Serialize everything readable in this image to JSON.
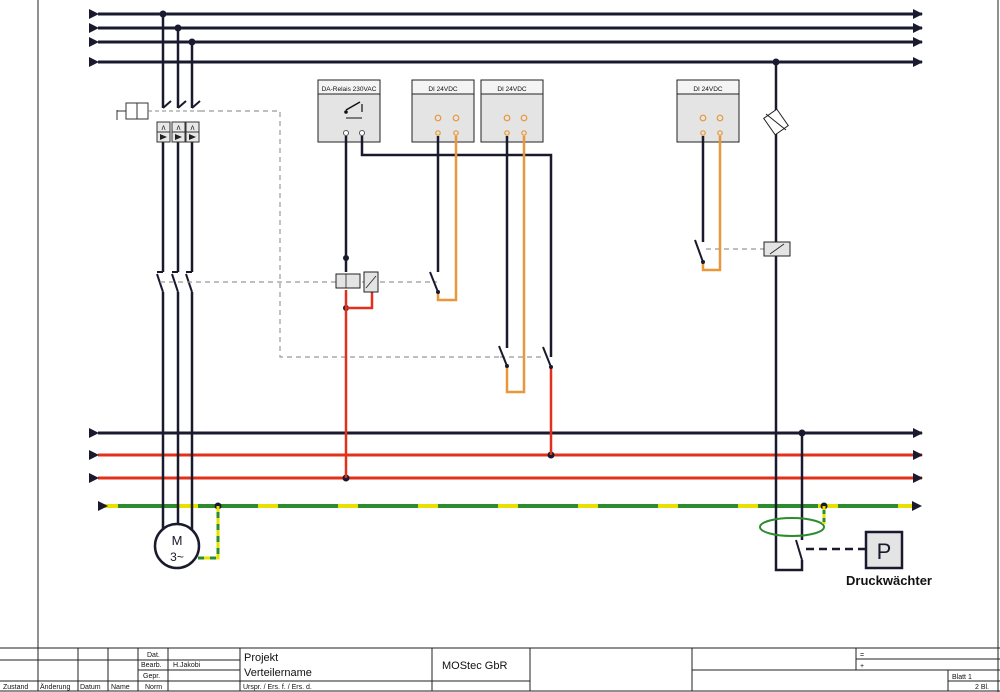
{
  "components": {
    "relay_label": "DA-Relais 230VAC",
    "input_module_1": "DI 24VDC",
    "input_module_2": "DI 24VDC",
    "input_module_3": "DI 24VDC",
    "motor_letter": "M",
    "motor_phase": "3~",
    "pressure_symbol": "P",
    "pressure_label": "Druckwächter"
  },
  "title_block": {
    "dat": "Dat.",
    "bearb": "Bearb.",
    "gepr": "Gepr.",
    "author": "H.Jakobi",
    "zustand": "Zustand",
    "aenderung": "Änderung",
    "datum": "Datum",
    "name": "Name",
    "norm": "Norm",
    "project_line1": "Projekt",
    "project_line2": "Verteilername",
    "company": "MOStec GbR",
    "ursprung": "Urspr. / Ers. f. / Ers. d.",
    "eq_symbol": "=",
    "plus_symbol": "+",
    "sheet": "Blatt 1",
    "sheets_total": "2 Bl."
  },
  "colors": {
    "black_wire": "#1a1a2e",
    "red_wire": "#e3301a",
    "orange_wire": "#e8973a",
    "pe_green": "#2e8b2e",
    "pe_yellow": "#e8e000",
    "dashed_link": "#999999",
    "module_fill": "#e4e4e4"
  }
}
